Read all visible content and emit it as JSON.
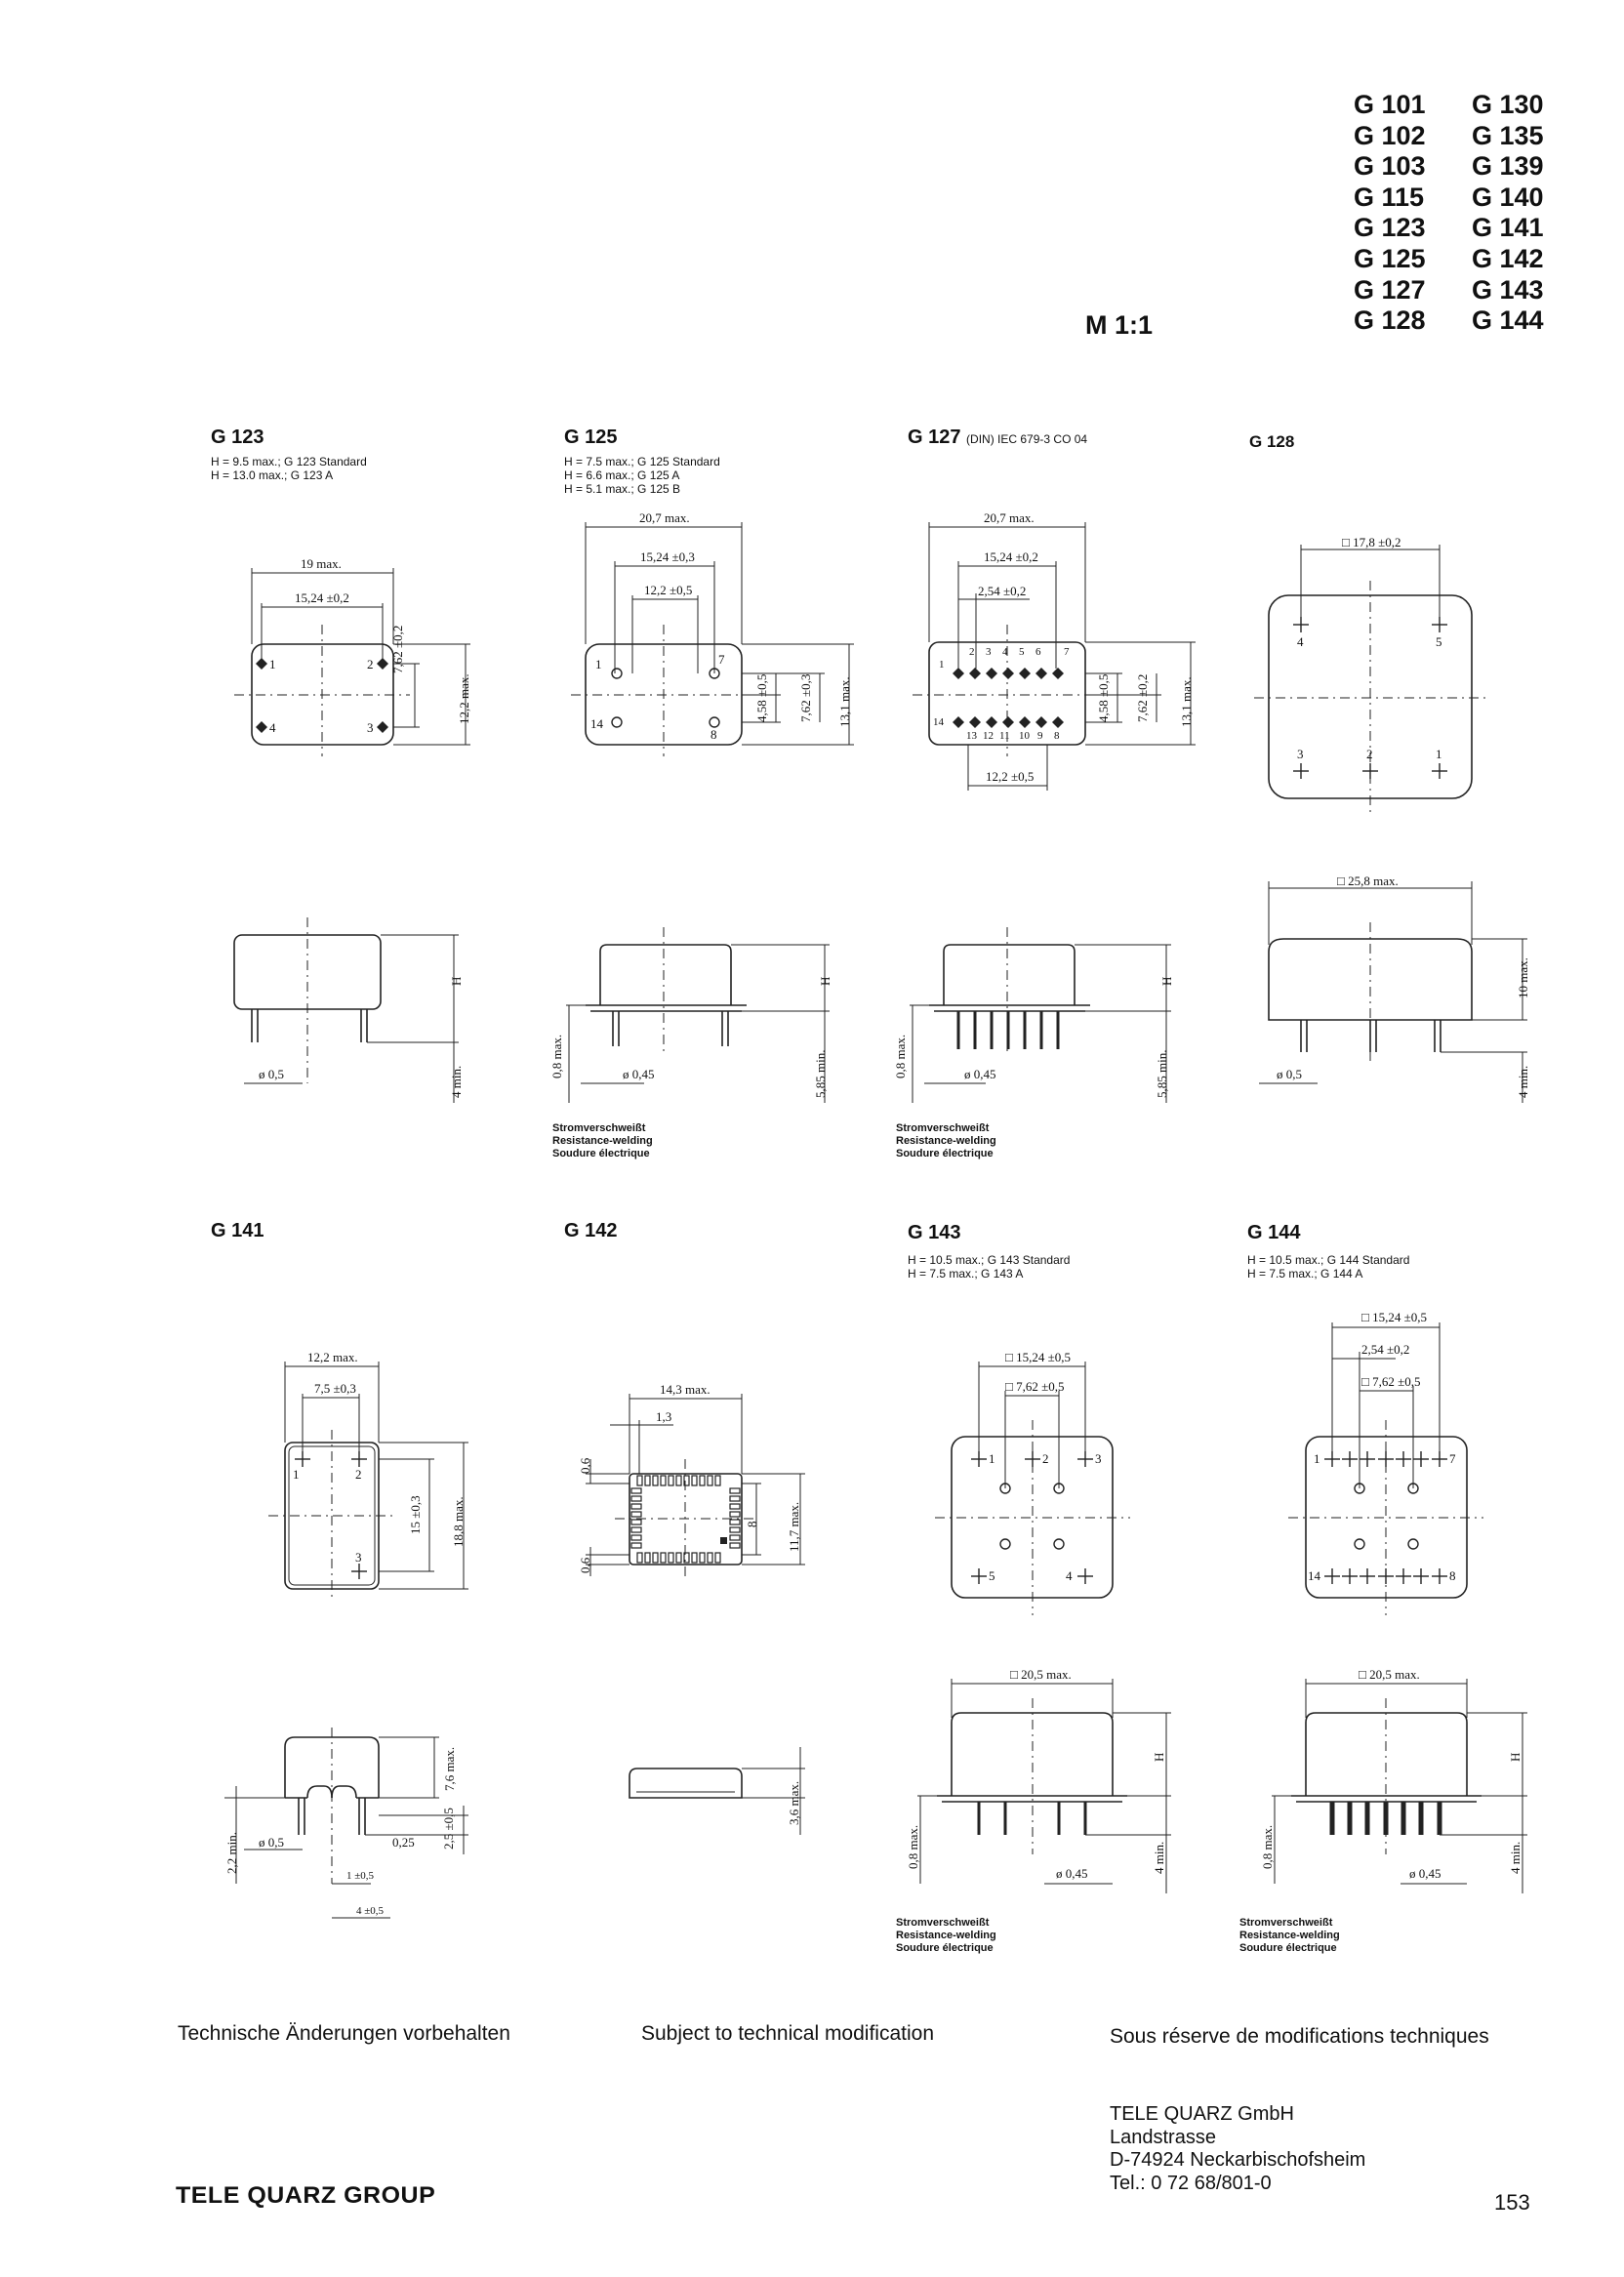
{
  "header": {
    "series_col1": [
      "G 101",
      "G 102",
      "G 103",
      "G 115",
      "G 123",
      "G 125",
      "G 127",
      "G 128"
    ],
    "series_col2": [
      "G 130",
      "G 135",
      "G 139",
      "G 140",
      "G 141",
      "G 142",
      "G 143",
      "G 144"
    ],
    "scale": "M 1:1"
  },
  "drawings": {
    "g123": {
      "title": "G 123",
      "notes": [
        "H =  9.5 max.; G 123 Standard",
        "H = 13.0 max.; G 123 A"
      ],
      "dims": [
        "19 max.",
        "15,24 ±0,2",
        "7,62 ±0,2",
        "12,2 max.",
        "H",
        "4 min.",
        "ø 0,5"
      ],
      "pins": [
        "1",
        "2",
        "4",
        "3"
      ]
    },
    "g125": {
      "title": "G 125",
      "notes": [
        "H = 7.5 max.; G 125 Standard",
        "H = 6.6 max.; G 125 A",
        "H = 5.1 max.; G 125 B"
      ],
      "dims": [
        "20,7 max.",
        "15,24 ±0,3",
        "12,2 ±0,5",
        "4,58 ±0,5",
        "7,62 ±0,3",
        "13,1 max.",
        "H",
        "0,8 max.",
        "ø 0,45",
        "5,85 min."
      ],
      "pins": [
        "1",
        "7",
        "14",
        "8"
      ]
    },
    "g127": {
      "title": "G 127",
      "title_suffix": "(DIN) IEC 679-3 CO 04",
      "dims": [
        "20,7 max.",
        "15,24 ±0,2",
        "2,54 ±0,2",
        "4,58 ±0,5",
        "7,62 ±0,2",
        "13,1 max.",
        "12,2 ±0,5",
        "H",
        "0,8 max.",
        "ø 0,45",
        "5,85 min."
      ],
      "pins_top": [
        "1",
        "2",
        "3",
        "4",
        "5",
        "6",
        "7"
      ],
      "pins_bottom": [
        "14",
        "13",
        "12",
        "11",
        "10",
        "9",
        "8"
      ]
    },
    "g128": {
      "title": "G 128",
      "dims": [
        "□ 17,8 ±0,2",
        "□ 25,8 max.",
        "10 max.",
        "4 min.",
        "ø 0,5"
      ],
      "pins": [
        "4",
        "5",
        "3",
        "2",
        "1"
      ]
    },
    "g141": {
      "title": "G 141",
      "dims": [
        "12,2 max.",
        "7,5 ±0,3",
        "15 ±0,3",
        "18,8 max.",
        "7,6 max.",
        "2,2 min.",
        "ø 0,5",
        "0,25",
        "2,5 ±0,5",
        "1 ±0,5",
        "4 ±0,5"
      ],
      "pins": [
        "1",
        "2",
        "3"
      ]
    },
    "g142": {
      "title": "G 142",
      "dims": [
        "14,3 max.",
        "1,3",
        "0,6",
        "8",
        "11,7 max.",
        "0,6",
        "3,6 max."
      ]
    },
    "g143": {
      "title": "G 143",
      "notes": [
        "H = 10.5 max.; G 143 Standard",
        "H =  7.5 max.; G 143 A"
      ],
      "dims": [
        "□ 15,24 ±0,5",
        "□ 7,62 ±0,5",
        "□ 20,5 max.",
        "H",
        "0,8 max.",
        "ø 0,45",
        "4 min."
      ],
      "pins": [
        "1",
        "2",
        "3",
        "5",
        "4"
      ]
    },
    "g144": {
      "title": "G 144",
      "notes": [
        "H = 10.5 max.; G 144 Standard",
        "H =  7.5 max.; G 144 A"
      ],
      "dims": [
        "□ 15,24 ±0,5",
        "2,54 ±0,2",
        "□ 7,62 ±0,5",
        "□ 20,5 max.",
        "H",
        "0,8 max.",
        "ø 0,45",
        "4 min."
      ],
      "pins": [
        "1",
        "7",
        "14",
        "8"
      ]
    }
  },
  "welding_note": [
    "Stromverschweißt",
    "Resistance-welding",
    "Soudure électrique"
  ],
  "footer": {
    "de": "Technische Änderungen vorbehalten",
    "en": "Subject to technical modification",
    "fr": "Sous réserve de modifications techniques"
  },
  "address": [
    "TELE QUARZ GmbH",
    "Landstrasse",
    "D-74924 Neckarbischofsheim",
    "Tel.: 0 72 68/801-0"
  ],
  "group_name": "TELE QUARZ GROUP",
  "page_number": "153"
}
